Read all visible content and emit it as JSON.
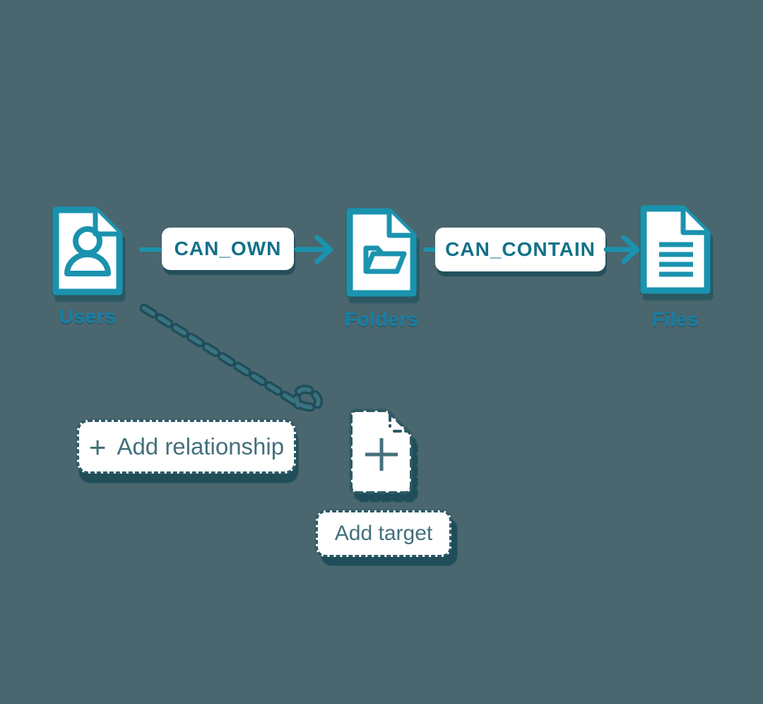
{
  "colors": {
    "background": "#4A666F",
    "accent_teal": "#1A93AE",
    "node_label_blue": "#1480A8",
    "relationship_text_teal": "#137189",
    "action_slate": "#44707C",
    "dashed_border_slate": "#2D5A66",
    "shadow_dark_teal": "#1F4E59",
    "node_fill": "#FFFFFF"
  },
  "nodes": [
    {
      "label": "Users",
      "icon": "user-document-icon"
    },
    {
      "label": "Folders",
      "icon": "folder-document-icon"
    },
    {
      "label": "Files",
      "icon": "file-lines-document-icon"
    }
  ],
  "relationships": [
    {
      "label": "CAN_OWN",
      "from": "Users",
      "to": "Folders"
    },
    {
      "label": "CAN_CONTAIN",
      "from": "Folders",
      "to": "Files"
    }
  ],
  "actions": {
    "add_relationship": {
      "plus": "+",
      "label": "Add relationship"
    },
    "add_target": {
      "label": "Add target"
    }
  }
}
